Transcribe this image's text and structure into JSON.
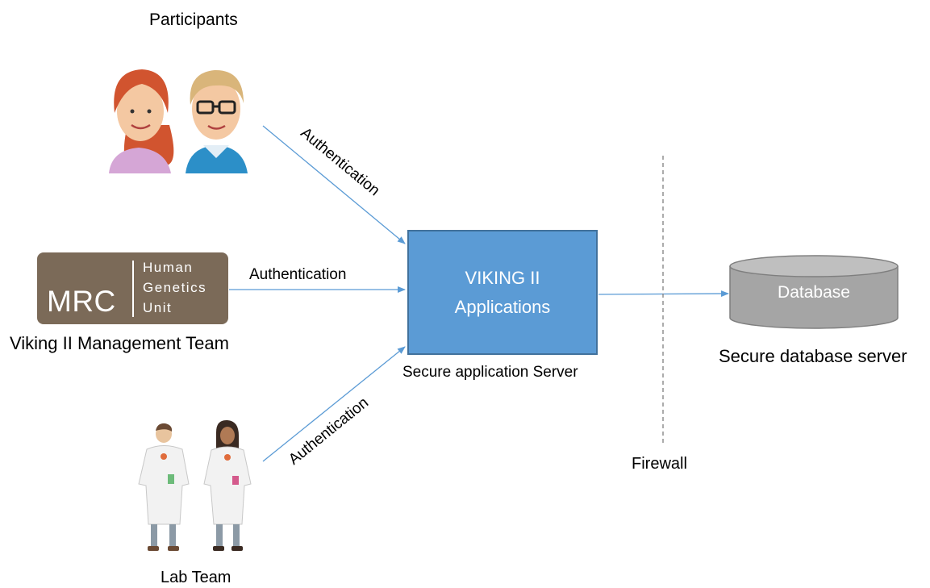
{
  "participants_label": "Participants",
  "management_label": "Viking II Management Team",
  "lab_team_label": "Lab Team",
  "mrc_logo": {
    "abbr": "MRC",
    "line1": "Human",
    "line2": "Genetics",
    "line3": "Unit"
  },
  "app_server": {
    "line1": "VIKING II",
    "line2": "Applications",
    "caption": "Secure application Server"
  },
  "database": {
    "label": "Database",
    "caption": "Secure database server"
  },
  "firewall_label": "Firewall",
  "edges": {
    "participants": "Authentication",
    "management": "Authentication",
    "lab": "Authentication"
  },
  "colors": {
    "app_fill": "#5b9bd5",
    "app_border": "#41719c",
    "arrow": "#5b9bd5",
    "database_fill": "#a5a5a5",
    "mrc_fill": "#7b6a58"
  }
}
